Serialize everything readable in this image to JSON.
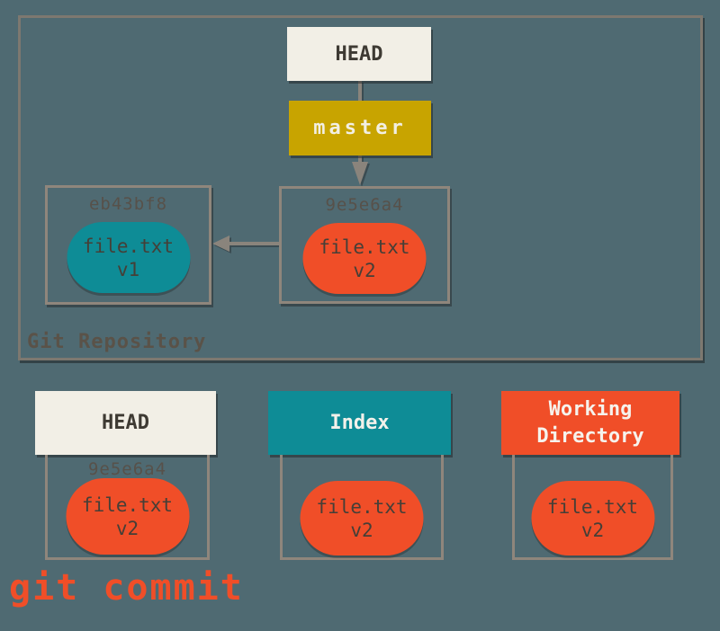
{
  "colors": {
    "background": "#4F6A72",
    "outer_border": "#7D7870",
    "box_border": "#8F867C",
    "arrow": "#8A847C",
    "cream": "#F2EFE6",
    "gold": "#C8A400",
    "teal": "#0E8C96",
    "red_orange": "#F04E28",
    "dark_text": "#3E3A33",
    "muted_text": "#57514A"
  },
  "repository": {
    "label": "Git Repository",
    "head": "HEAD",
    "branch": "master",
    "commits": [
      {
        "hash": "eb43bf8",
        "file": "file.txt",
        "version": "v1"
      },
      {
        "hash": "9e5e6a4",
        "file": "file.txt",
        "version": "v2"
      }
    ]
  },
  "bottom": {
    "head": {
      "title": "HEAD",
      "hash": "9e5e6a4",
      "file": "file.txt",
      "version": "v2"
    },
    "index": {
      "title": "Index",
      "file": "file.txt",
      "version": "v2"
    },
    "working_directory": {
      "title": "Working Directory",
      "file": "file.txt",
      "version": "v2"
    }
  },
  "caption": "git commit"
}
